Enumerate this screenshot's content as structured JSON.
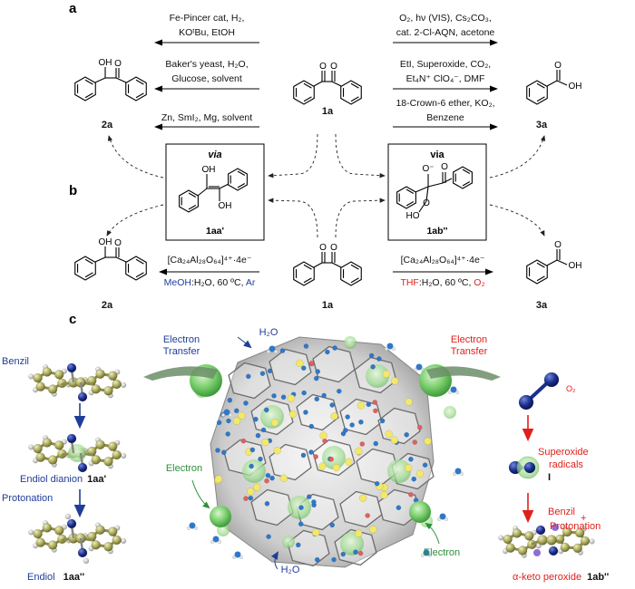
{
  "panels": {
    "a": "a",
    "b": "b",
    "c": "c"
  },
  "panel_a": {
    "left_conditions": [
      "Fe-Pincer cat, H₂,",
      "KOᵗBu, EtOH",
      "Baker's yeast, H₂O,",
      "Glucose, solvent",
      "Zn, SmI₂, Mg, solvent"
    ],
    "right_conditions": [
      "O₂, hν (VIS), Cs₂CO₃,",
      "cat. 2-Cl-AQN, acetone",
      "EtI, Superoxide, CO₂,",
      "Et₄N⁺ ClO₄⁻, DMF",
      "18-Crown-6 ether, KO₂,",
      "Benzene"
    ],
    "labels": {
      "start": "1a",
      "left_product": "2a",
      "right_product": "3a",
      "via_left_title": "via",
      "via_left": "1aa'",
      "via_right_title": "via",
      "via_right": "1ab''"
    },
    "atoms": {
      "oh": "OH",
      "o": "O",
      "ho": "HO",
      "o_minus": "O⁻",
      "oh_upper": "OH",
      "oh_lower": "OH"
    }
  },
  "panel_b": {
    "left_catalyst": "[Ca₂₄Al₂₈O₆₄]⁴⁺·4e⁻",
    "left_solvent_parts": [
      "MeOH",
      ":H₂O, 60 ºC, ",
      "Ar"
    ],
    "right_catalyst": "[Ca₂₄Al₂₈O₆₄]⁴⁺·4e⁻",
    "right_solvent_parts": [
      "THF",
      ":H₂O, 60 ºC, ",
      "O₂"
    ],
    "labels": {
      "start": "1a",
      "left_product": "2a",
      "right_product": "3a"
    },
    "atoms": {
      "oh": "OH",
      "o": "O"
    }
  },
  "panel_c": {
    "left": {
      "benzil": "Benzil",
      "electron_transfer": [
        "Electron",
        "Transfer"
      ],
      "endiol_dianion": "Endiol dianion",
      "endiol_dianion_id": "1aa'",
      "protonation": "Protonation",
      "endiol": "Endiol",
      "endiol_id": "1aa''"
    },
    "center": {
      "water_top": "H₂O",
      "water_bottom": "H₂O",
      "electron_left": "Electron",
      "electron_right": "Electron"
    },
    "right": {
      "electron_transfer": [
        "Electron",
        "Transfer"
      ],
      "o2": "O₂",
      "superoxide": [
        "Superoxide",
        "radicals"
      ],
      "benzil_protonation": [
        "Benzil",
        "+",
        "Protonation"
      ],
      "roman_one": "I",
      "peroxide": "α-keto peroxide",
      "peroxide_id": "1ab''"
    }
  },
  "colors": {
    "blue": "#1f3d99",
    "red": "#e0201b",
    "green_sphere": "#7ccf6f",
    "carbon": "#a9a85a",
    "nitrogen": "#1a2f8f",
    "hydrogen": "#d9d9d9"
  }
}
